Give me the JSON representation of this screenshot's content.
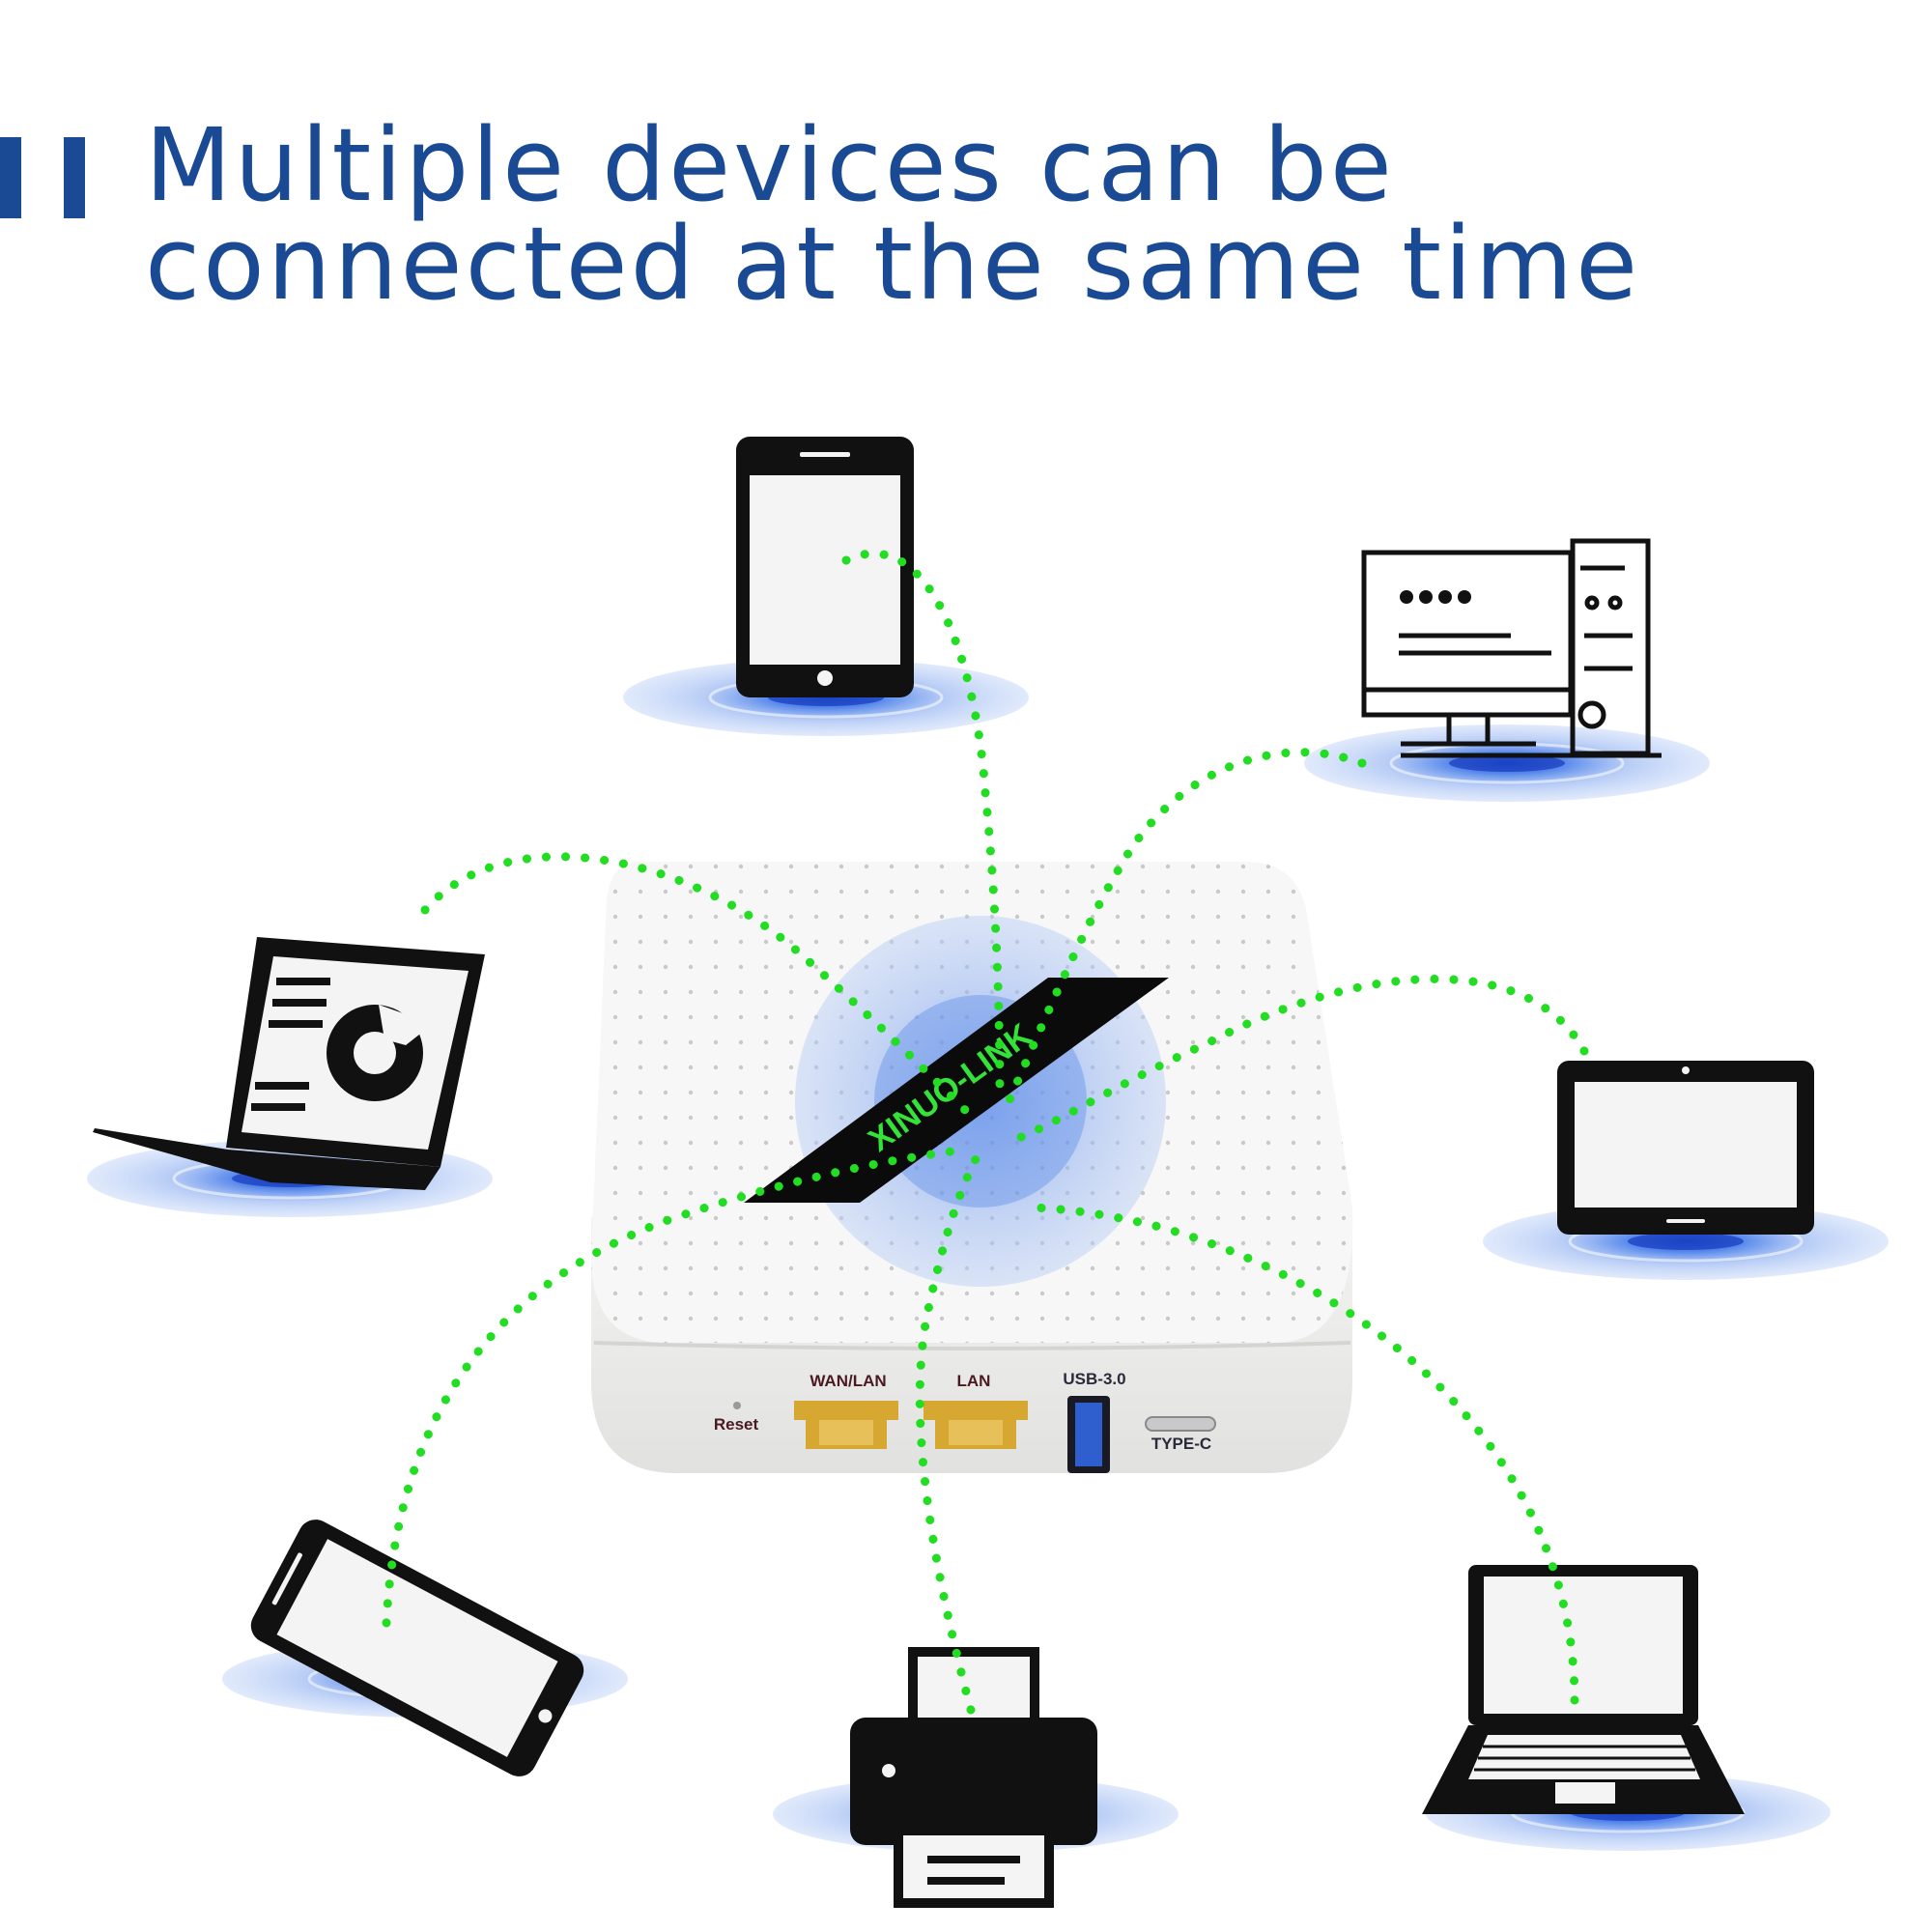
{
  "headline": {
    "line1": "Multiple devices can be",
    "line2": "connected at the same time"
  },
  "router": {
    "brand_logo": "XINUO-LINK",
    "ports": {
      "reset": "Reset",
      "wan_lan": "WAN/LAN",
      "lan": "LAN",
      "usb": "USB-3.0",
      "type_c": "TYPE-C"
    }
  },
  "devices": [
    "tablet-icon",
    "desktop-computer-icon",
    "laptop-chart-icon",
    "tablet-landscape-icon",
    "smartphone-icon",
    "printer-icon",
    "notebook-keyboard-icon"
  ],
  "colors": {
    "headline": "#1a4a94",
    "signal_dots": "#22dd22",
    "glow": "#2a62d8",
    "icons": "#111111"
  }
}
